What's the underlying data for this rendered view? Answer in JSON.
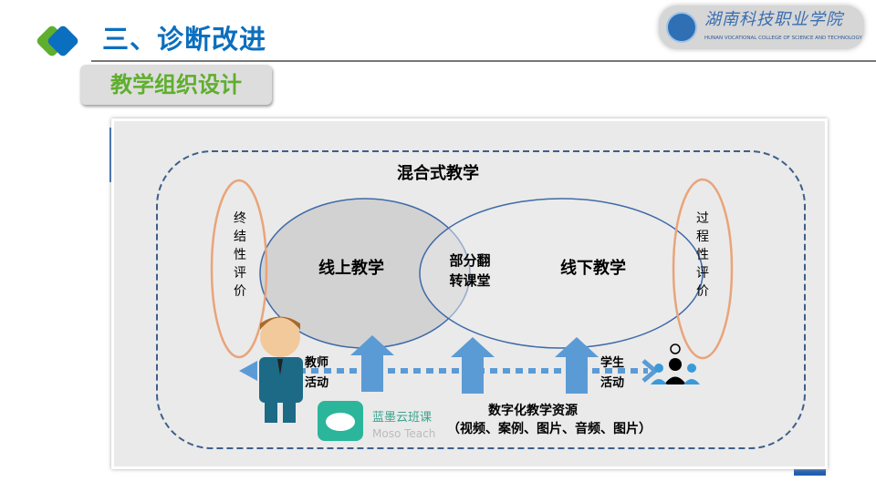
{
  "header": {
    "title": "三、诊断改进",
    "subtitle": "教学组织设计"
  },
  "logo": {
    "name_cn": "湖南科技职业学院",
    "name_en": "HUNAN VOCATIONAL COLLEGE OF SCIENCE AND TECHNOLOGY"
  },
  "diagram": {
    "title": "混合式教学",
    "online": "线上教学",
    "overlap": [
      "部分翻",
      "转课堂"
    ],
    "offline": "线下教学",
    "left_eval": [
      "终",
      "结",
      "性",
      "评",
      "价"
    ],
    "right_eval": [
      "过",
      "程",
      "性",
      "评",
      "价"
    ],
    "teacher": [
      "教师",
      "活动"
    ],
    "student": [
      "学生",
      "活动"
    ],
    "resources_title": "数字化教学资源",
    "resources_list": "（视频、案例、图片、音频、图片）",
    "app_name": "蓝墨云班课",
    "app_en": "Moso Teach"
  },
  "colors": {
    "blue": "#0b6fbf",
    "green": "#5fae2e",
    "arrow": "#5b9bd5",
    "orange": "#e9a47a"
  }
}
